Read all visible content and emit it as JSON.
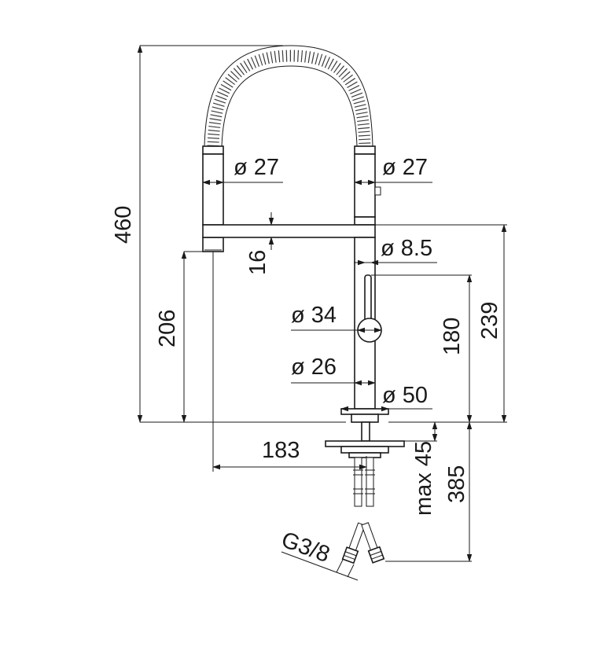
{
  "dimensions": {
    "total_height": "460",
    "hand_shower_diameter": "ø 27",
    "spout_diameter": "ø 27",
    "spout_thickness": "16",
    "outlet_height": "206",
    "lever_diameter": "ø 8.5",
    "lever_hub_diameter": "ø 34",
    "lever_height": "180",
    "body_height": "239",
    "body_diameter": "ø 26",
    "base_diameter": "ø 50",
    "reach": "183",
    "max_deck_thickness": "max 45",
    "hose_length": "385",
    "connection_thread": "G3/8"
  }
}
